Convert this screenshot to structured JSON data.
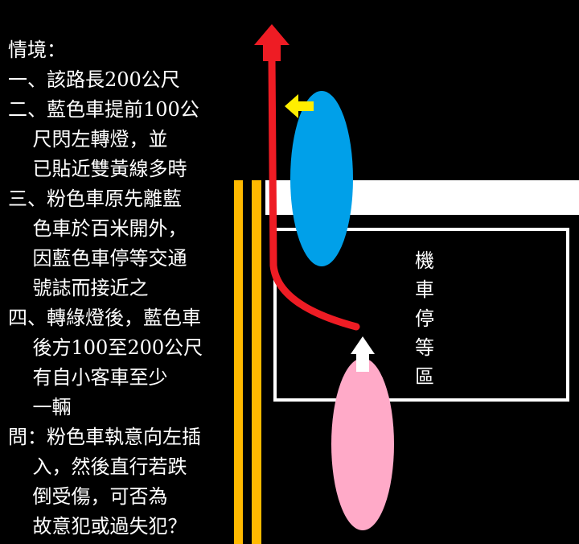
{
  "scenario": {
    "heading": "情境：",
    "lines": [
      "一、該路長200公尺",
      "二、藍色車提前100公",
      "    尺閃左轉燈，並",
      "    已貼近雙黃線多時",
      "三、粉色車原先離藍",
      "    色車於百米開外，",
      "    因藍色車停等交通",
      "    號誌而接近之",
      "四、轉綠燈後，藍色車",
      "    後方100至200公尺",
      "    有自小客車至少",
      "    一輛",
      "問：粉色車執意向左插",
      "    入，然後直行若跌",
      "    倒受傷，可否為",
      "    故意犯或過失犯？"
    ]
  },
  "scene": {
    "motorcycle_zone_label_chars": [
      "機",
      "車",
      "停",
      "等",
      "區"
    ],
    "colors": {
      "background": "#000000",
      "double_yellow_line": "#ffb900",
      "stop_line": "#ffffff",
      "zone_border": "#ffffff",
      "blue_car": "#00a0e9",
      "pink_car": "#ffaac8",
      "turn_signal": "#ffee00",
      "path_arrow": "#ee1c24",
      "pink_car_arrow": "#ffffff"
    },
    "icons": {
      "blue_car": "blue-car-ellipse",
      "pink_car": "pink-car-ellipse",
      "turn_signal": "left-arrow-icon",
      "path_head": "up-arrow-icon",
      "pink_car_arrow": "up-arrow-icon"
    }
  }
}
